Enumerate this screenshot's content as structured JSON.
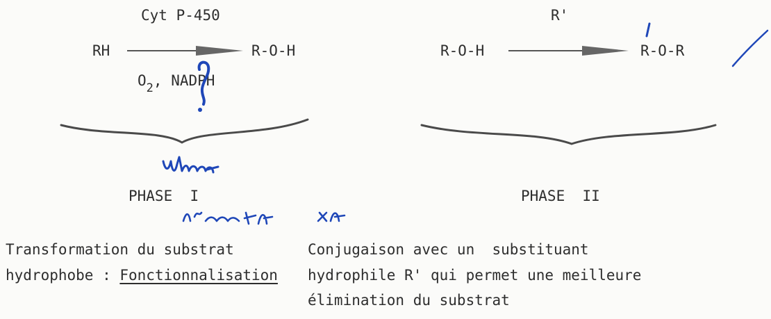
{
  "phase1": {
    "enzyme": "Cyt P-450",
    "substrate": "RH",
    "product": "R-O-H",
    "cofactor_o": "O",
    "cofactor_sub": "2",
    "cofactor_rest": ", NADPH",
    "label": "PHASE  I",
    "desc_line1": "Transformation du substrat",
    "desc_line2_prefix": "hydrophobe : ",
    "desc_line2_underlined": "Fonctionnalisation"
  },
  "phase2": {
    "group": "R'",
    "substrate": "R-O-H",
    "product": "R-O-R",
    "label": "PHASE  II",
    "desc_line1": "Conjugaison avec un  substituant",
    "desc_line2": "hydrophile R' qui permet une meilleure",
    "desc_line3": "élimination du substrat"
  },
  "colors": {
    "text": "#2e2e2e",
    "arrow": "#555555",
    "ink": "#1f47b8"
  }
}
